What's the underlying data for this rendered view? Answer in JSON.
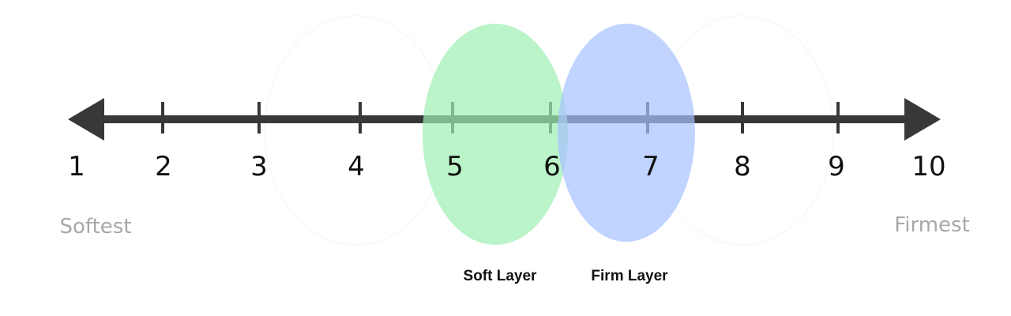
{
  "scale": {
    "numbers": [
      "1",
      "2",
      "3",
      "4",
      "5",
      "6",
      "7",
      "8",
      "9",
      "10"
    ],
    "min_label": "Softest",
    "max_label": "Firmest",
    "line_color": "#383838",
    "label_color": "#a8a8a8"
  },
  "zones": [
    {
      "key": "soft",
      "label": "Soft Layer",
      "center": 5.45,
      "color": "#9ef0b2"
    },
    {
      "key": "firm",
      "label": "Firm Layer",
      "center": 6.8,
      "color": "#a6c1ff"
    }
  ]
}
